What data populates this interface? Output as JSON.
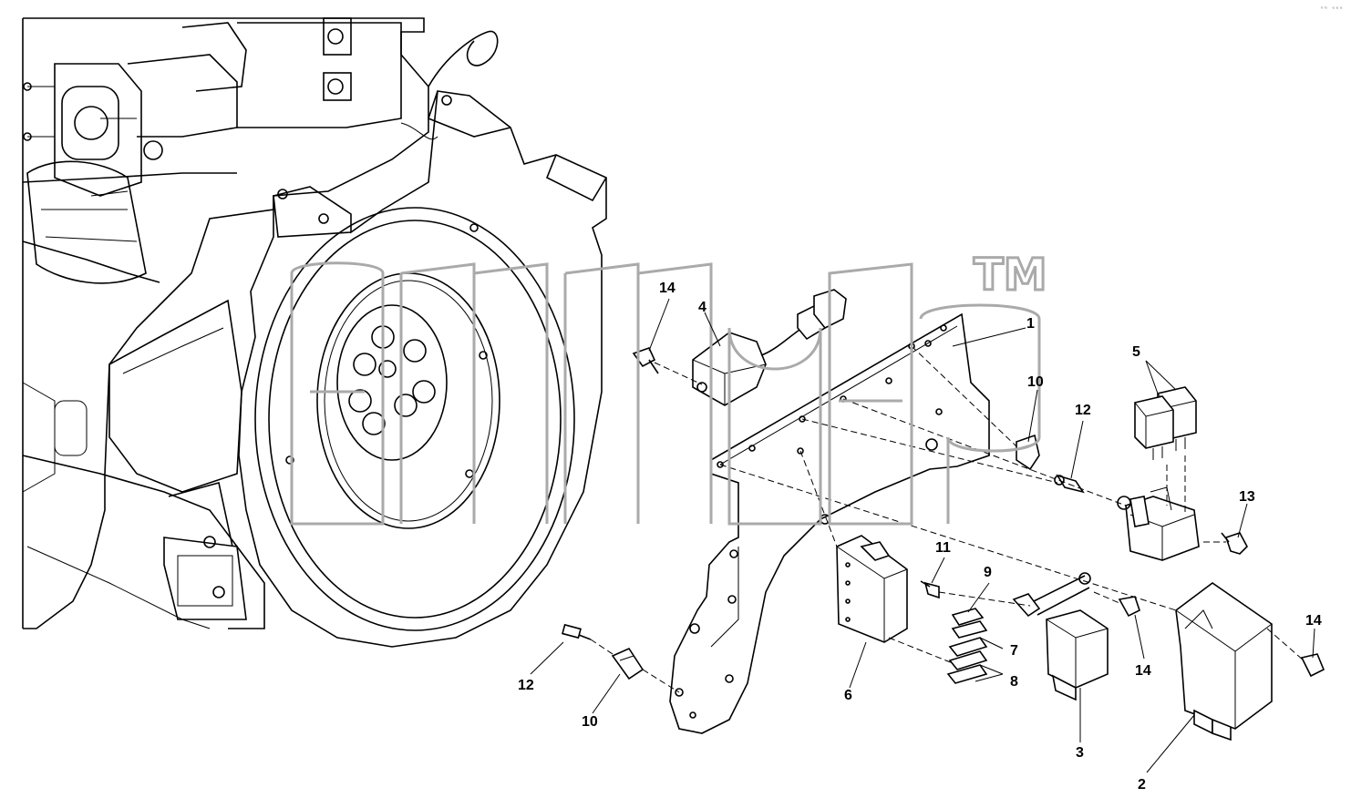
{
  "corner_mark": "ⁿᴳ ᵉᵉᵉ",
  "watermark": {
    "trademark": "TM"
  },
  "callouts": [
    {
      "id": "c1",
      "label": "1"
    },
    {
      "id": "c2",
      "label": "2"
    },
    {
      "id": "c3",
      "label": "3"
    },
    {
      "id": "c4",
      "label": "4"
    },
    {
      "id": "c5",
      "label": "5"
    },
    {
      "id": "c6",
      "label": "6"
    },
    {
      "id": "c7",
      "label": "7"
    },
    {
      "id": "c8",
      "label": "8"
    },
    {
      "id": "c9",
      "label": "9"
    },
    {
      "id": "c10a",
      "label": "10"
    },
    {
      "id": "c10b",
      "label": "10"
    },
    {
      "id": "c11",
      "label": "11"
    },
    {
      "id": "c12a",
      "label": "12"
    },
    {
      "id": "c12b",
      "label": "12"
    },
    {
      "id": "c13",
      "label": "13"
    },
    {
      "id": "c14a",
      "label": "14"
    },
    {
      "id": "c14b",
      "label": "14"
    },
    {
      "id": "c14c",
      "label": "14"
    }
  ]
}
